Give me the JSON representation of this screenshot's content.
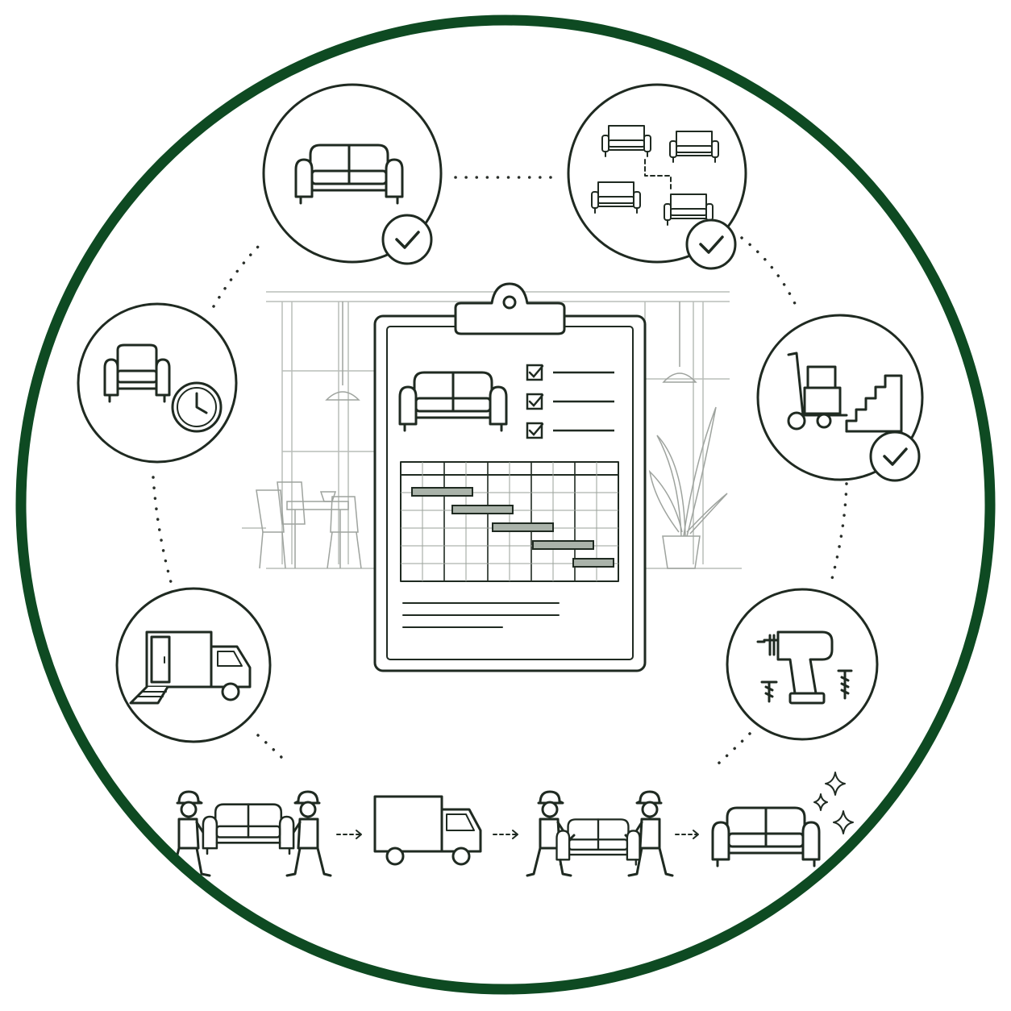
{
  "palette": {
    "ring": "#0e4a22",
    "ink": "#1f2a21",
    "bar_fill": "#aab3aa",
    "background_sketch": "#b9bdb9",
    "paper": "#ffffff"
  },
  "icons": {
    "center": "clipboard-plan-icon",
    "nodes": [
      "sofa-check-icon",
      "furniture-layout-check-icon",
      "handtruck-stairs-check-icon",
      "drill-screws-icon",
      "moving-truck-ramp-icon",
      "armchair-clock-icon"
    ],
    "process_steps": [
      "movers-carrying-sofa-icon",
      "delivery-truck-icon",
      "movers-placing-sofa-icon",
      "clean-sofa-sparkles-icon"
    ]
  },
  "clipboard": {
    "checklist_checked": [
      true,
      true,
      true
    ],
    "gantt_tasks": [
      {
        "start": 0,
        "end": 3
      },
      {
        "start": 2,
        "end": 5
      },
      {
        "start": 4,
        "end": 7
      },
      {
        "start": 6,
        "end": 9
      },
      {
        "start": 8,
        "end": 10
      }
    ],
    "gantt_columns": 10,
    "gantt_rows": 6
  }
}
